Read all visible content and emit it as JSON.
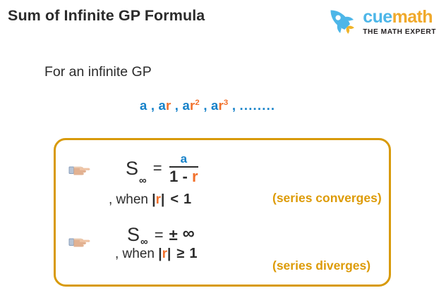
{
  "header": {
    "title": "Sum of Infinite GP Formula",
    "logo": {
      "icon": "rocket-icon",
      "word_first": "cue",
      "word_second": "math",
      "tagline": "THE MATH EXPERT",
      "color_cue": "#4DB6E8",
      "color_math": "#F0A92B",
      "color_tagline": "#231f20",
      "color_rocket_body": "#4DB6E8",
      "color_rocket_flame": "#F0B429"
    }
  },
  "intro": {
    "text": "For an infinite GP"
  },
  "sequence": {
    "term_1": "a",
    "comma_1": ",",
    "term_2_base": "ar",
    "comma_2": ",",
    "term_3_base": "ar",
    "term_3_sup": "2",
    "comma_3": ",",
    "term_4_base": "ar",
    "term_4_sup": "3",
    "comma_4": ",",
    "ellipsis": "........",
    "color_a": "#1581C9",
    "color_r": "#F2702B"
  },
  "formula_box": {
    "border_color": "#D89A09",
    "rows": [
      {
        "hand_icon": "pointing-hand-icon",
        "sum_symbol": "S",
        "sum_subscript": "∞",
        "equals": "=",
        "numerator": "a",
        "denominator_left": "1 -",
        "denominator_r": "r",
        "condition_prefix": ", when",
        "condition_bar_open": "|",
        "condition_r": "r",
        "condition_bar_close": "|",
        "condition_relation": "<",
        "condition_value": "1",
        "note": "(series converges)"
      },
      {
        "hand_icon": "pointing-hand-icon",
        "sum_symbol": "S",
        "sum_subscript": "∞",
        "equals": "=",
        "plus_minus": "±",
        "infinity": "∞",
        "condition_prefix": ", when",
        "condition_bar_open": "|",
        "condition_r": "r",
        "condition_bar_close": "|",
        "condition_relation": "≥",
        "condition_value": "1",
        "note": "(series diverges)"
      }
    ]
  }
}
